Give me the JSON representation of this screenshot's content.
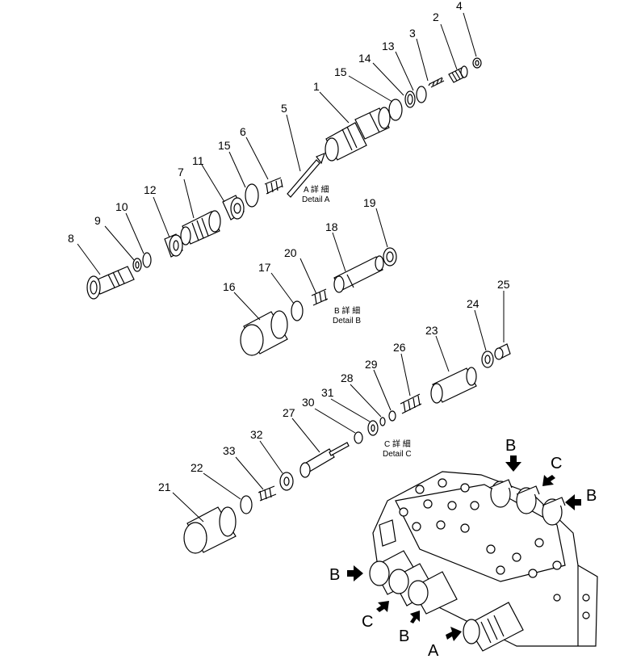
{
  "part_numbers": {
    "n1": "1",
    "n2": "2",
    "n3": "3",
    "n4": "4",
    "n5": "5",
    "n6": "6",
    "n7": "7",
    "n8": "8",
    "n9": "9",
    "n10": "10",
    "n11": "11",
    "n12": "12",
    "n13": "13",
    "n14": "14",
    "n15a": "15",
    "n15b": "15",
    "n16": "16",
    "n17": "17",
    "n18": "18",
    "n19": "19",
    "n20": "20",
    "n21": "21",
    "n22": "22",
    "n23": "23",
    "n24": "24",
    "n25": "25",
    "n26": "26",
    "n27": "27",
    "n28": "28",
    "n29": "29",
    "n30": "30",
    "n31": "31",
    "n32": "32",
    "n33": "33"
  },
  "details": {
    "a_jp": "A 詳 細",
    "a_en": "Detail A",
    "b_jp": "B 詳 細",
    "b_en": "Detail B",
    "c_jp": "C 詳 細",
    "c_en": "Detail C"
  },
  "view_letters": {
    "b_top": "B",
    "c_top": "C",
    "b_right": "B",
    "b_left": "B",
    "c_left": "C",
    "b_bottom": "B",
    "a_bottom": "A"
  }
}
